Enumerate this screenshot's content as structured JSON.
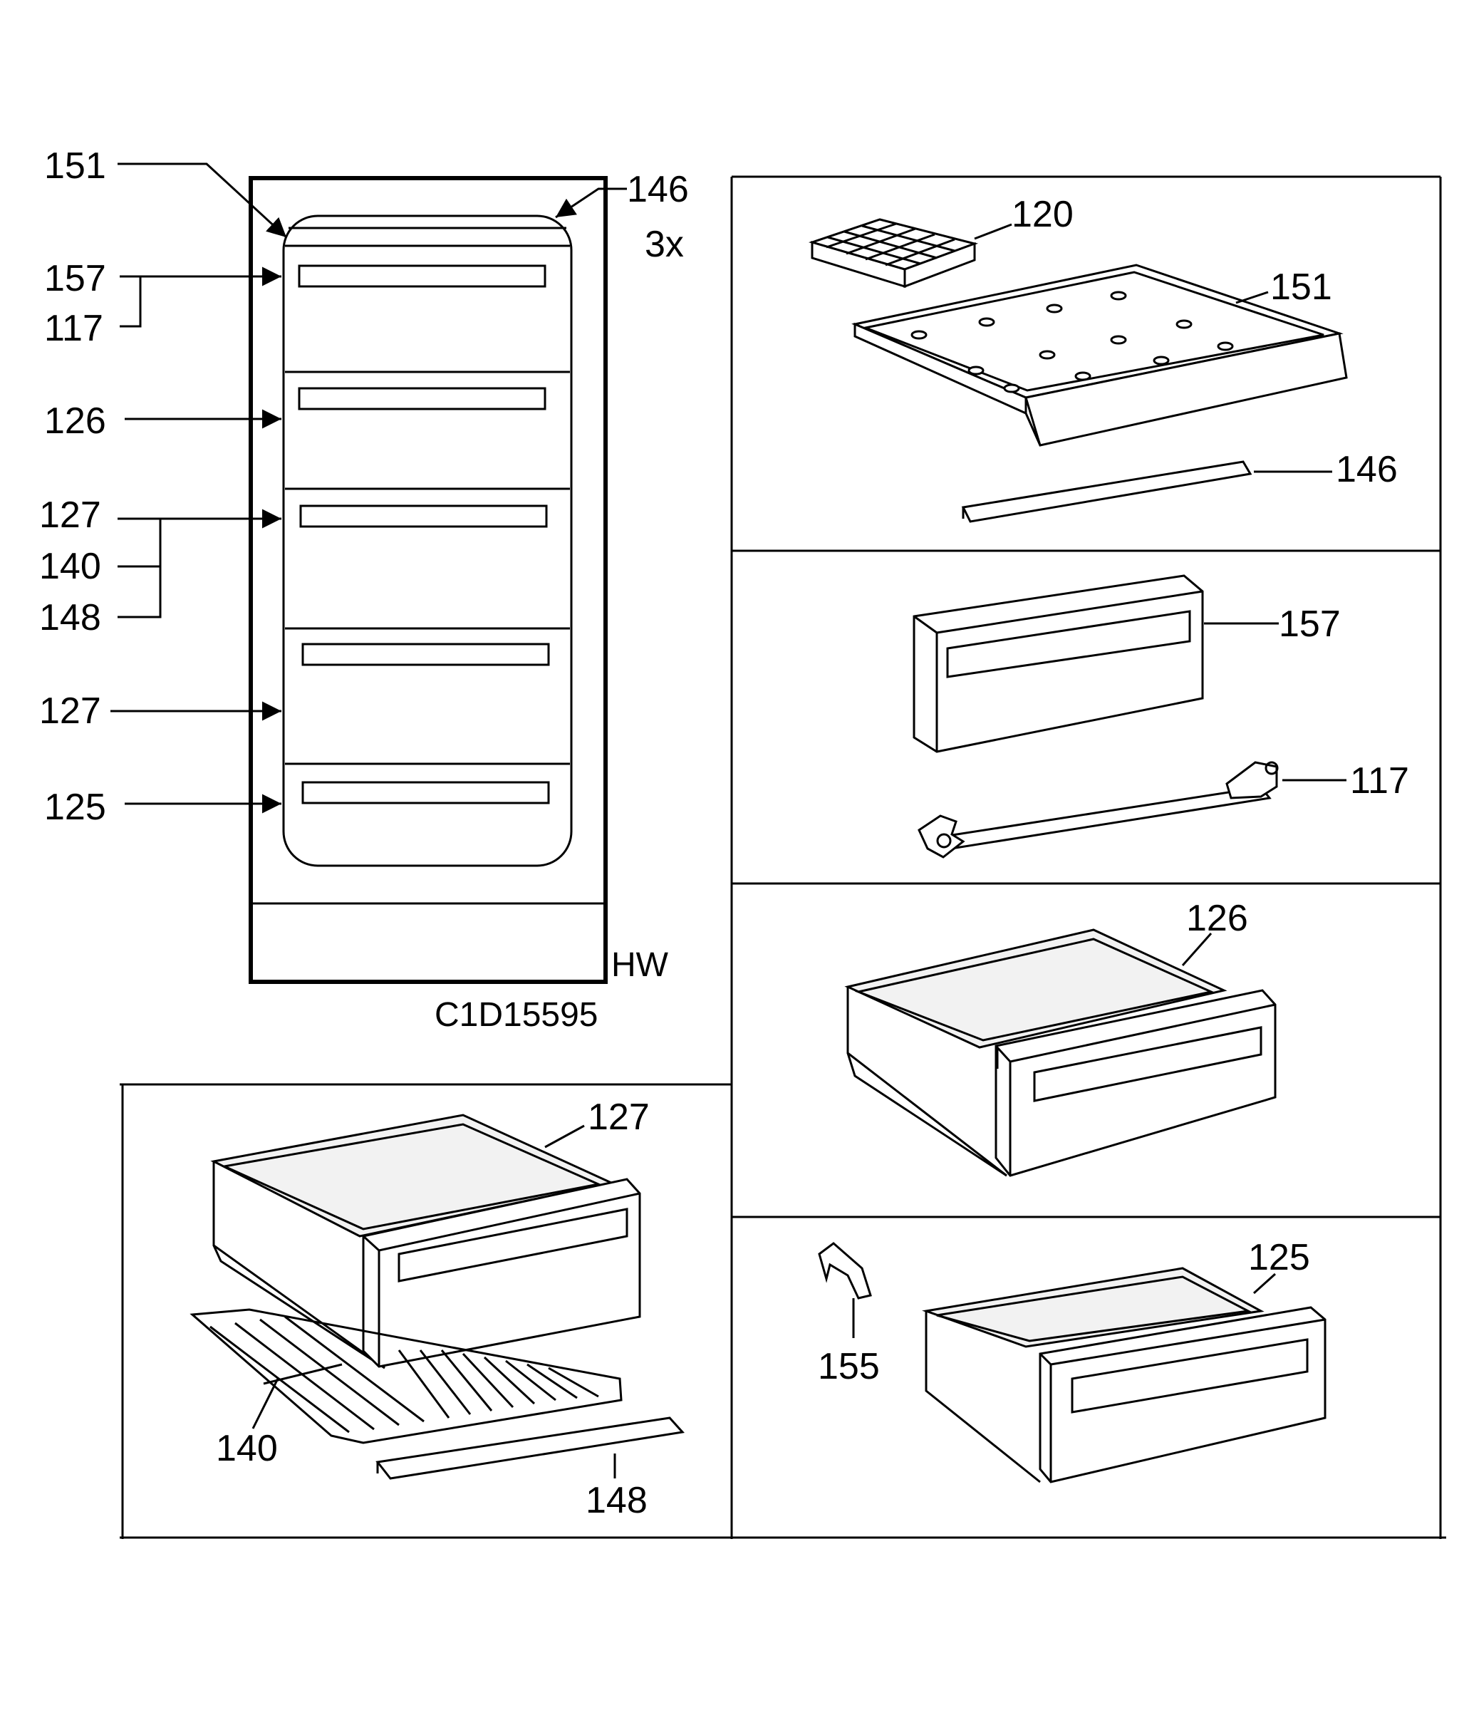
{
  "labels": {
    "l151": "151",
    "l146": "146",
    "l3x": "3x",
    "l157": "157",
    "l117": "117",
    "l126": "126",
    "l127a": "127",
    "l140": "140",
    "l148": "148",
    "l127b": "127",
    "l125": "125",
    "hw": "HW",
    "code": "C1D15595"
  },
  "panels": {
    "p1": {
      "l120": "120",
      "l151": "151",
      "l146": "146"
    },
    "p2": {
      "l157": "157",
      "l117": "117"
    },
    "p3": {
      "l126": "126"
    },
    "p4": {
      "l127": "127",
      "l140": "140",
      "l148": "148"
    },
    "p5": {
      "l125": "125",
      "l155": "155"
    }
  }
}
